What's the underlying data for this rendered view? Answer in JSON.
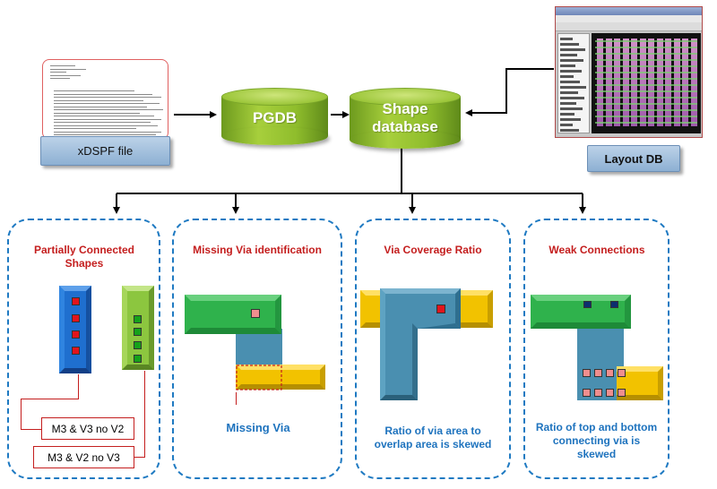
{
  "inputs": {
    "dspf_label": "xDSPF file",
    "layout_label": "Layout DB"
  },
  "databases": {
    "pgdb_label": "PGDB",
    "shape_label_line1": "Shape",
    "shape_label_line2": "database"
  },
  "checks": [
    {
      "title_line1": "Partially Connected",
      "title_line2": "Shapes",
      "note1": "M3 & V3 no V2",
      "note2": "M3 & V2 no V3"
    },
    {
      "title_line1": "Missing Via identification",
      "caption": "Missing Via"
    },
    {
      "title_line1": "Via Coverage Ratio",
      "caption_line1": "Ratio of via area to",
      "caption_line2": "overlap area is skewed"
    },
    {
      "title_line1": "Weak Connections",
      "caption_line1": "Ratio of top and bottom",
      "caption_line2": "connecting via is",
      "caption_line3": "skewed"
    }
  ],
  "colors": {
    "blue_metal": "#4a8fb0",
    "green_metal": "#3dbf5a",
    "yellow_metal": "#f2c200",
    "group_border": "#1f7ac2",
    "title_red": "#c41e1e",
    "caption_blue": "#1e73be"
  }
}
